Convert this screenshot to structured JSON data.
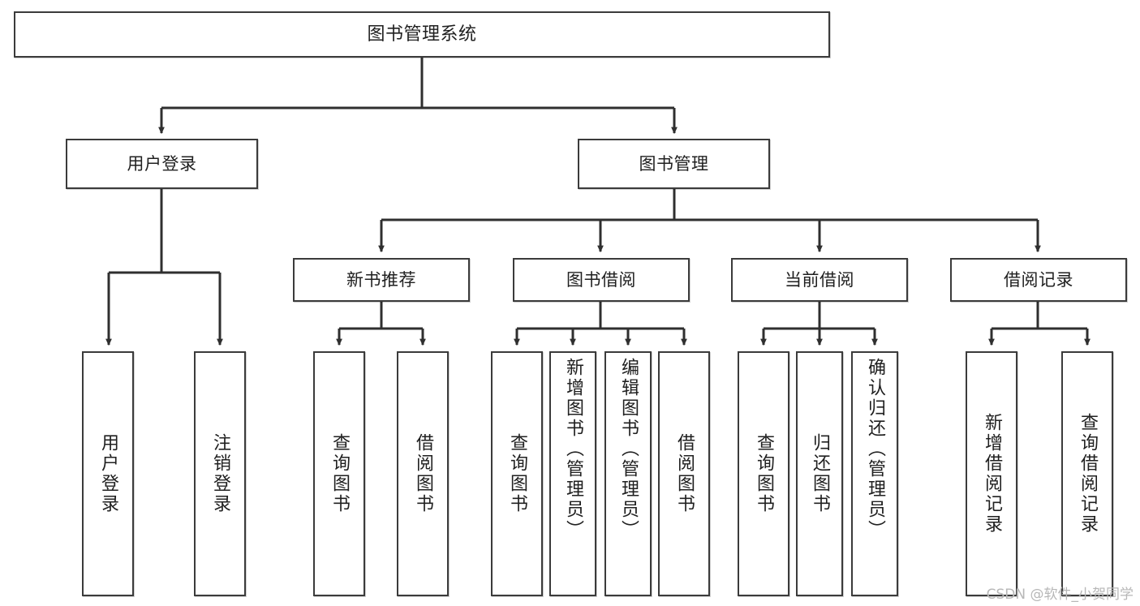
{
  "diagram": {
    "type": "tree",
    "title": "图书管理系统",
    "orientation": "top-down",
    "line_color": "#3b3b3b",
    "box_fill": "#ffffff",
    "text_color": "#202020",
    "watermark": "CSDN @软件_小贺同学"
  },
  "nodes": {
    "root": {
      "label": "图书管理系统"
    },
    "level2": [
      {
        "label": "用户登录"
      },
      {
        "label": "图书管理"
      }
    ],
    "level3": [
      {
        "label": "新书推荐"
      },
      {
        "label": "图书借阅"
      },
      {
        "label": "当前借阅"
      },
      {
        "label": "借阅记录"
      }
    ],
    "leaves": {
      "user_login": [
        {
          "label": "用户登录"
        },
        {
          "label": "注销登录"
        }
      ],
      "new_book_recommend": [
        {
          "label": "查询图书"
        },
        {
          "label": "借阅图书"
        }
      ],
      "book_borrow": [
        {
          "label": "查询图书"
        },
        {
          "label": "新增图书（管理员）"
        },
        {
          "label": "编辑图书（管理员）"
        },
        {
          "label": "借阅图书"
        }
      ],
      "current_borrow": [
        {
          "label": "查询图书"
        },
        {
          "label": "归还图书"
        },
        {
          "label": "确认归还（管理员）"
        }
      ],
      "borrow_record": [
        {
          "label": "新增借阅记录"
        },
        {
          "label": "查询借阅记录"
        }
      ]
    }
  }
}
